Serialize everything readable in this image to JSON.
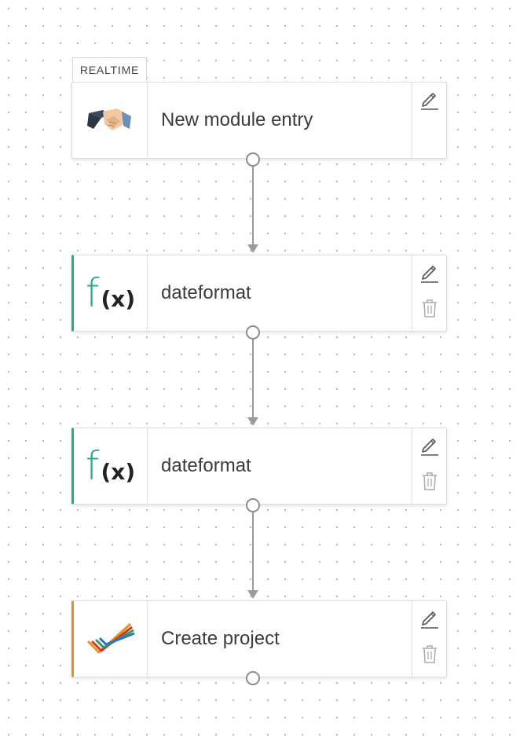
{
  "trigger_tag": "REALTIME",
  "modules": [
    {
      "label": "New module entry",
      "icon": "handshake-icon",
      "accent": "none",
      "has_delete": false
    },
    {
      "label": "dateformat",
      "icon": "function-fx-icon",
      "accent": "#1fae8a",
      "has_delete": true
    },
    {
      "label": "dateformat",
      "icon": "function-fx-icon",
      "accent": "#1fae8a",
      "has_delete": true
    },
    {
      "label": "Create project",
      "icon": "projects-check-icon",
      "accent": "#e8901c",
      "has_delete": true
    }
  ],
  "icons": {
    "edit": "pencil-icon",
    "delete": "trash-icon"
  },
  "fx_icon": {
    "f": "f",
    "x": "(x)"
  },
  "colors": {
    "connector": "#9a9a9a",
    "teal_accent": "#1fae8a",
    "orange_accent": "#e8901c"
  }
}
